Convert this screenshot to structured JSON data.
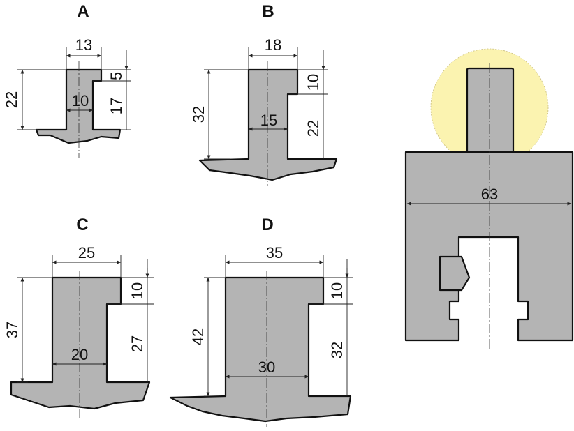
{
  "labels": {
    "a": "A",
    "b": "B",
    "c": "C",
    "d": "D"
  },
  "dims": {
    "a": {
      "width": "13",
      "neck": "10",
      "height": "22",
      "top": "5",
      "bottom": "17"
    },
    "b": {
      "width": "18",
      "neck": "15",
      "height": "32",
      "top": "10",
      "bottom": "22"
    },
    "c": {
      "width": "25",
      "neck": "20",
      "height": "37",
      "top": "10",
      "bottom": "27"
    },
    "d": {
      "width": "35",
      "neck": "30",
      "height": "42",
      "top": "10",
      "bottom": "32"
    },
    "e": {
      "width": "63"
    }
  },
  "colors": {
    "part_fill": "#b4b4b4",
    "outline": "#111111",
    "highlight": "#fbf3b0"
  }
}
